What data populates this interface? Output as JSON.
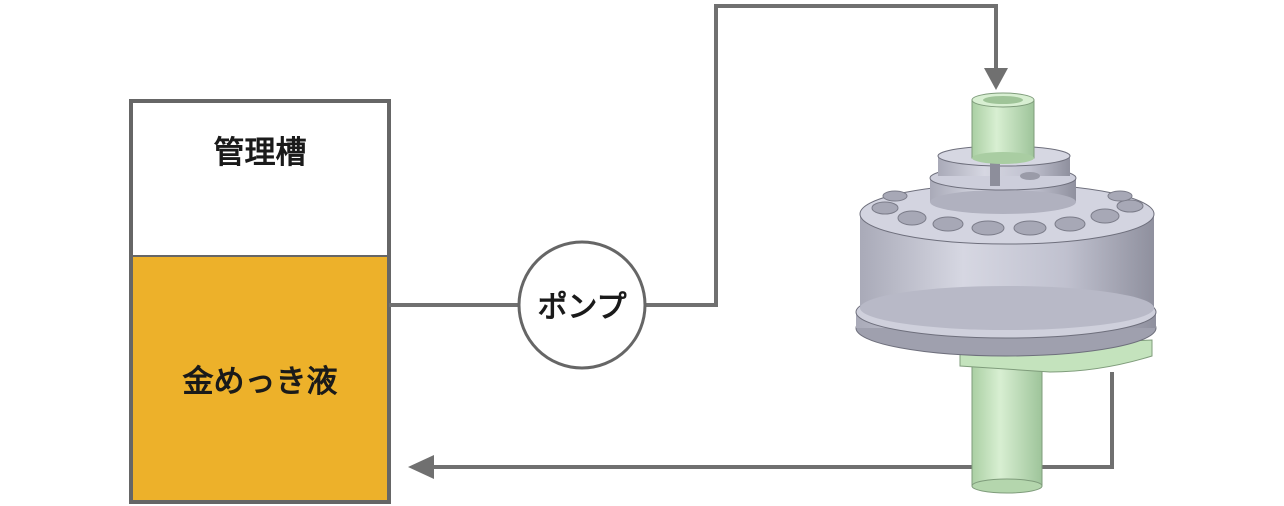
{
  "tank": {
    "title": "管理槽",
    "liquid_label": "金めっき液",
    "liquid_color": "#edb12a",
    "border_color": "#666666"
  },
  "pump": {
    "label": "ポンプ"
  },
  "pipe": {
    "color": "#707070"
  },
  "apparatus": {
    "body_color": "#c5c6d4",
    "nozzle_color": "#c9e6c3"
  }
}
